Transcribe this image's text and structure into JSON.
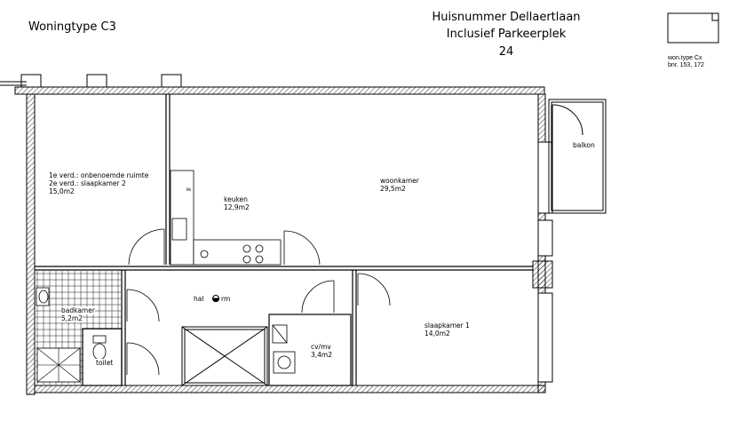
{
  "title": "Woningtype C3",
  "header": {
    "line1": "Huisnummer   Dellaertlaan",
    "line2": "Inclusief Parkeerplek",
    "line3": "24"
  },
  "keyplan": {
    "line1": "won.type Cx",
    "line2": "bnr. 153, 172"
  },
  "rooms": {
    "verd_line1": "1e  verd.: onbenoemde ruimte",
    "verd_line2": "2e  verd.: slaapkamer 2",
    "verd_area": "15,0m2",
    "keuken_name": "keuken",
    "keuken_area": "12,9m2",
    "woonkamer_name": "woonkamer",
    "woonkamer_area": "29,5m2",
    "balkon_name": "balkon",
    "badkamer_name": "badkamer",
    "badkamer_area": "5,2m2",
    "hal_name": "hal",
    "rm_label": "rm",
    "cvmv_name": "cv/mv",
    "cvmv_area": "3,4m2",
    "slaapkamer_name": "slaapkamer 1",
    "slaapkamer_area": "14,0m2",
    "toilet_name": "toilet",
    "kk_label": "kk"
  },
  "colors": {
    "line": "#000000",
    "background": "#ffffff"
  }
}
